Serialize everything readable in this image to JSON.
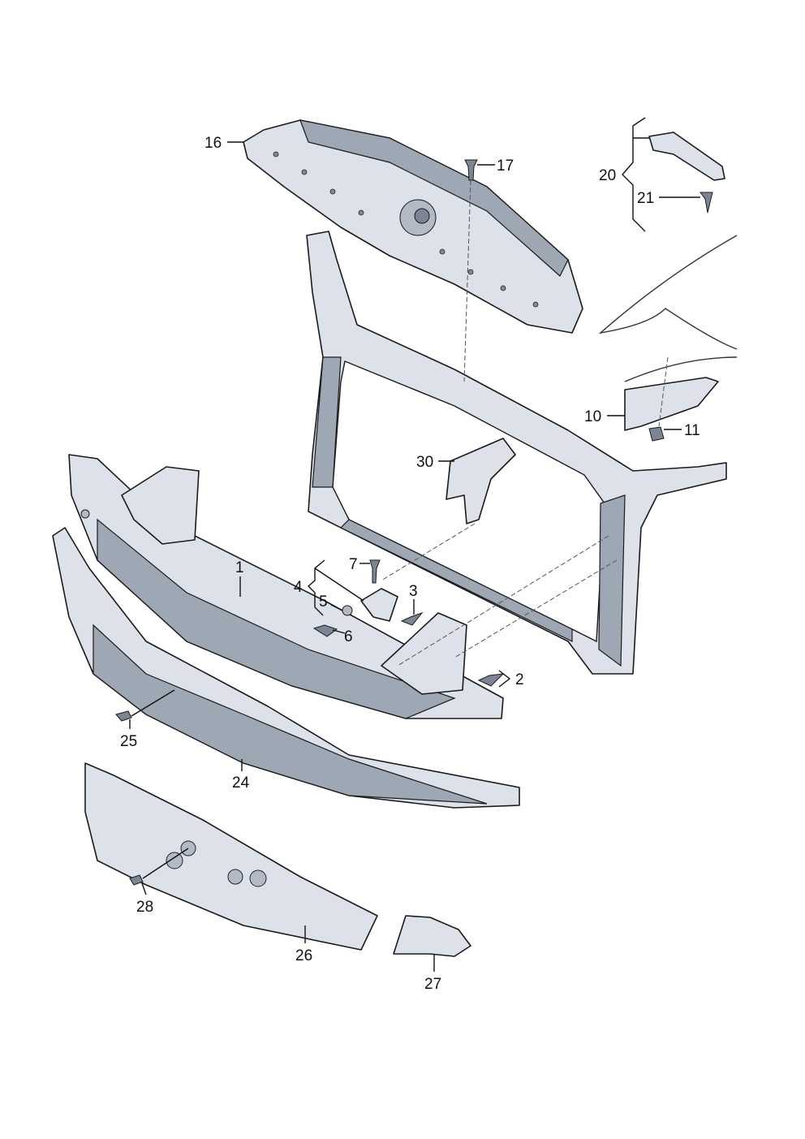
{
  "diagram": {
    "title": "Front end carrier / bumper reinforcement exploded view",
    "colors": {
      "part_fill": "#dde2ea",
      "part_shade": "#9ea7b4",
      "outline": "#1a1a1a"
    },
    "callouts": [
      {
        "id": "16",
        "label": "16",
        "part": "air-duct-cover"
      },
      {
        "id": "17",
        "label": "17",
        "part": "clip"
      },
      {
        "id": "20",
        "label": "20",
        "part": "bracket-set"
      },
      {
        "id": "21",
        "label": "21",
        "part": "screw"
      },
      {
        "id": "10",
        "label": "10",
        "part": "guide-bracket"
      },
      {
        "id": "11",
        "label": "11",
        "part": "nut"
      },
      {
        "id": "30",
        "label": "30",
        "part": "lock-carrier-bracket"
      },
      {
        "id": "1",
        "label": "1",
        "part": "bumper-reinforcement"
      },
      {
        "id": "7",
        "label": "7",
        "part": "rivet"
      },
      {
        "id": "4",
        "label": "4",
        "part": "bracket-set"
      },
      {
        "id": "3",
        "label": "3",
        "part": "screw"
      },
      {
        "id": "5",
        "label": "5",
        "part": "washer"
      },
      {
        "id": "6",
        "label": "6",
        "part": "bolt"
      },
      {
        "id": "2",
        "label": "2",
        "part": "bolt"
      },
      {
        "id": "25",
        "label": "25",
        "part": "screw"
      },
      {
        "id": "24",
        "label": "24",
        "part": "energy-absorber"
      },
      {
        "id": "28",
        "label": "28",
        "part": "screw"
      },
      {
        "id": "26",
        "label": "26",
        "part": "lower-absorber"
      },
      {
        "id": "27",
        "label": "27",
        "part": "corner-bracket"
      }
    ]
  }
}
